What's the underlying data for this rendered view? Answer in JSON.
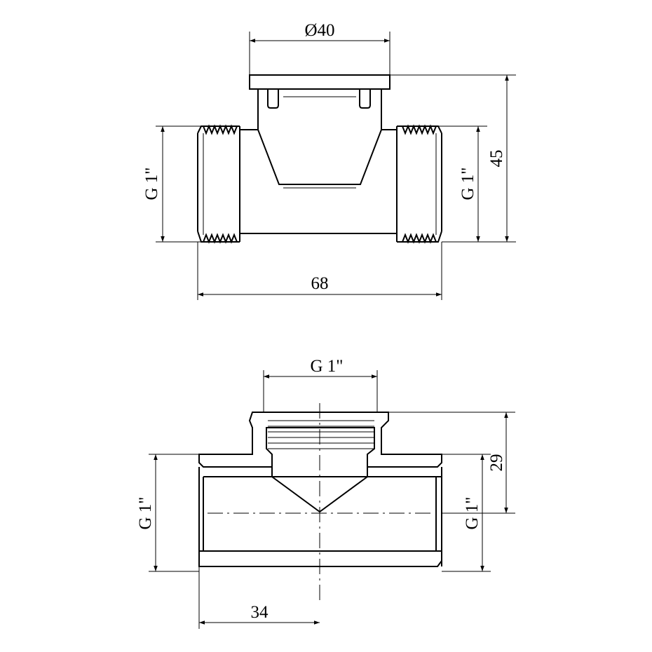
{
  "top_view": {
    "dim_top": "Ø40",
    "dim_height": "45",
    "dim_width": "68",
    "thread_left": "G 1\"",
    "thread_right": "G 1\""
  },
  "section_view": {
    "dim_top": "G 1\"",
    "dim_height": "29",
    "dim_half_width": "34",
    "thread_left": "G 1\"",
    "thread_right": "G 1\""
  }
}
